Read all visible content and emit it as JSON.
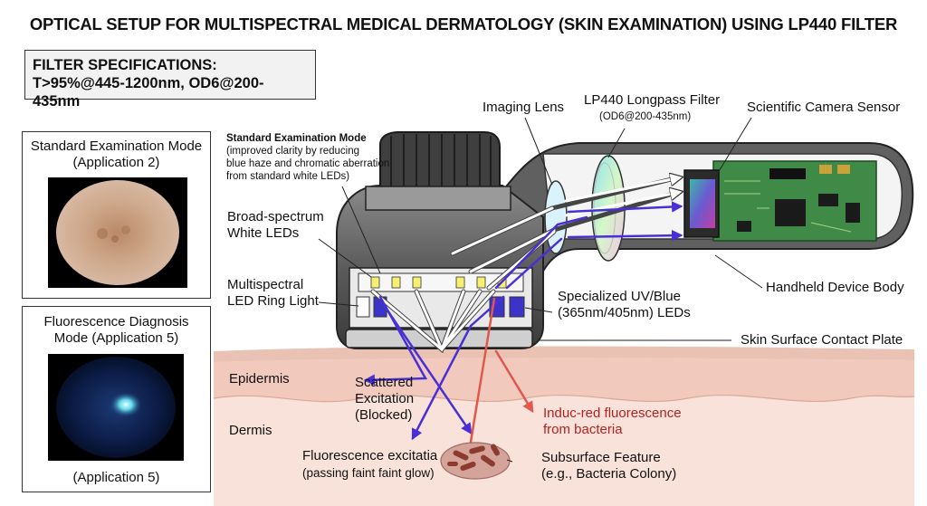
{
  "title": "OPTICAL SETUP FOR MULTISPECTRAL MEDICAL DERMATOLOGY (SKIN EXAMINATION) USING LP440 FILTER",
  "filter_spec": {
    "line1": "FILTER SPECIFICATIONS:",
    "line2": "T>95%@445-1200nm, OD6@200-435nm"
  },
  "panels": {
    "standard": {
      "title": "Standard Examination Mode",
      "subtitle": "(Application 2)"
    },
    "fluorescence": {
      "title_line1": "Fluorescence Diagnosis",
      "title_line2_bold": "Mode",
      "title_line2_rest": " (Application 5)",
      "caption": "(Application 5)"
    }
  },
  "labels": {
    "std_mode_title": "Standard Examination Mode",
    "std_mode_desc1": "(improved clarity by reducing",
    "std_mode_desc2": "blue haze and chromatic aberration",
    "std_mode_desc3": "from standard white LEDs)",
    "white_leds1": "Broad-spectrum",
    "white_leds2": "White LEDs",
    "ring1": "Multispectral",
    "ring2": "LED Ring Light",
    "imaging_lens": "Imaging Lens",
    "lp440": "LP440 Longpass Filter",
    "lp440_sub": "(OD6@200-435nm)",
    "camera": "Scientific Camera Sensor",
    "handheld": "Handheld Device Body",
    "uv1": "Specialized UV/Blue",
    "uv2": "(365nm/405nm) LEDs",
    "contact_plate": "Skin Surface Contact Plate",
    "epidermis": "Epidermis",
    "dermis": "Dermis",
    "scattered1": "Scattered",
    "scattered2": "Excitation",
    "scattered3": "(Blocked)",
    "induced1": "Induc-red fluorescence",
    "induced2": "from bacteria",
    "fluor_exc1": "Fluorescence excitatia",
    "fluor_exc2": "(passing faint faint glow)",
    "subsurface1": "Subsurface Feature",
    "subsurface2": "(e.g., Bacteria Colony)"
  },
  "colors": {
    "white_light": "#ffffff",
    "excitation_blue": "#4b2fd6",
    "fluorescence_red": "#e2574c",
    "skin_epidermis": "#f5cfc3",
    "skin_dermis": "#f8e1d8",
    "device_body": "#5a5a5a"
  }
}
